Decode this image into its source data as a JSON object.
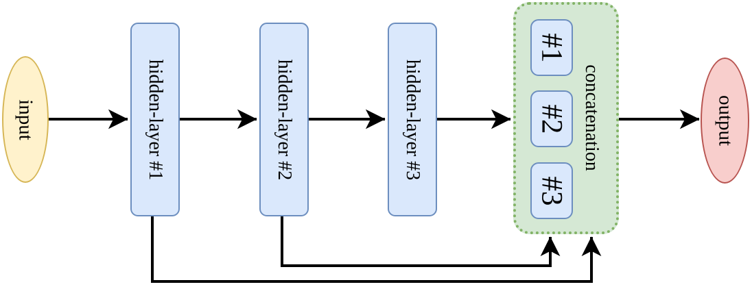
{
  "diagram": {
    "type": "neural-network-architecture",
    "nodes": {
      "input": {
        "label": "input",
        "shape": "ellipse",
        "fill": "#FFF2CC",
        "stroke": "#D6B656"
      },
      "hidden1": {
        "label": "hidden-layer #1",
        "shape": "rounded-rect",
        "fill": "#DAE8FC",
        "stroke": "#6C8EBF"
      },
      "hidden2": {
        "label": "hidden-layer #2",
        "shape": "rounded-rect",
        "fill": "#DAE8FC",
        "stroke": "#6C8EBF"
      },
      "hidden3": {
        "label": "hidden-layer #3",
        "shape": "rounded-rect",
        "fill": "#DAE8FC",
        "stroke": "#6C8EBF"
      },
      "concatenation": {
        "label": "concatenation",
        "shape": "rounded-rect-dotted",
        "fill": "#D5E8D4",
        "stroke": "#82B366",
        "items": [
          {
            "label": "#1"
          },
          {
            "label": "#2"
          },
          {
            "label": "#3"
          }
        ]
      },
      "output": {
        "label": "output",
        "shape": "ellipse",
        "fill": "#F8CECC",
        "stroke": "#B85450"
      }
    },
    "edges": [
      {
        "from": "input",
        "to": "hidden-layer #1",
        "type": "straight-arrow"
      },
      {
        "from": "hidden-layer #1",
        "to": "hidden-layer #2",
        "type": "straight-arrow"
      },
      {
        "from": "hidden-layer #2",
        "to": "hidden-layer #3",
        "type": "straight-arrow"
      },
      {
        "from": "hidden-layer #3",
        "to": "concatenation",
        "type": "straight-arrow"
      },
      {
        "from": "concatenation",
        "to": "output",
        "type": "straight-arrow"
      },
      {
        "from": "hidden-layer #1",
        "to": "concatenation",
        "type": "skip-elbow-arrow"
      },
      {
        "from": "hidden-layer #2",
        "to": "concatenation",
        "type": "skip-elbow-arrow"
      }
    ],
    "palette": {
      "arrow": "#000000",
      "yellow_fill": "#FFF2CC",
      "yellow_stroke": "#D6B656",
      "blue_fill": "#DAE8FC",
      "blue_stroke": "#6C8EBF",
      "green_fill": "#D5E8D4",
      "green_stroke": "#82B366",
      "red_fill": "#F8CECC",
      "red_stroke": "#B85450"
    }
  }
}
